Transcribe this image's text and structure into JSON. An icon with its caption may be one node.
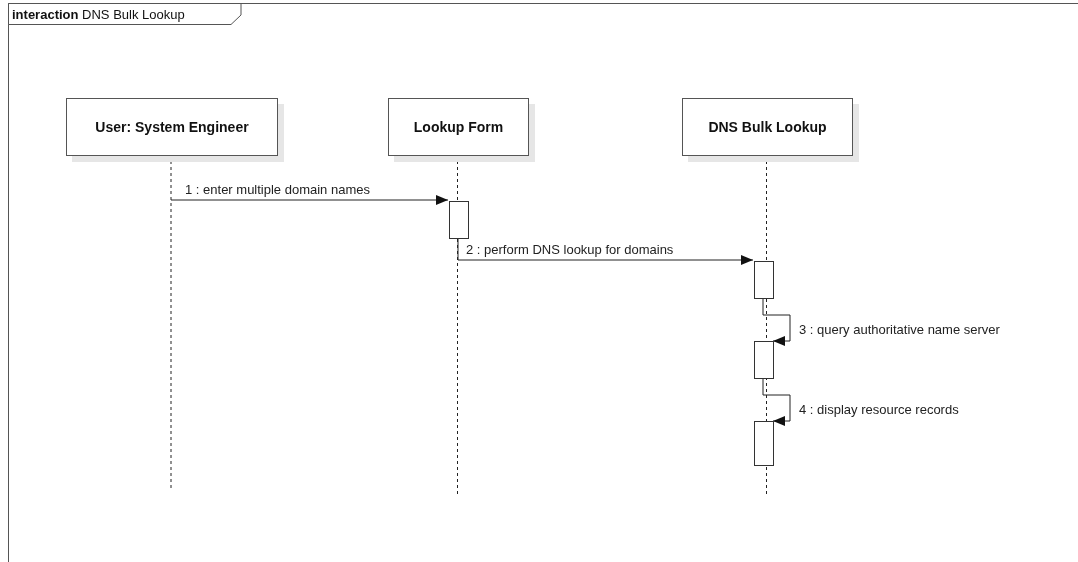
{
  "diagram": {
    "nodes": [
      {
        "text": [
          "**interaction** DNS Bulk Lookup"
        ]
      },
      {
        "text": [
          "User: System Engineer"
        ],
        "in": 0
      },
      {
        "text": [
          "Lookup Form"
        ],
        "in": 0
      },
      {
        "text": [
          "DNS Bulk Lookup"
        ],
        "in": 0
      },
      {
        "text": [],
        "shape": "bar",
        "in": 0
      },
      {
        "text": [],
        "shape": "bar",
        "in": 0
      },
      {
        "text": [],
        "shape": "bar",
        "in": 0
      },
      {
        "text": [],
        "shape": "bar",
        "in": 0
      }
    ],
    "edges": [
      {
        "from": 1,
        "to": 4,
        "arrow": "to",
        "label": "1 : enter multiple domain names"
      },
      {
        "from": 4,
        "to": 5,
        "arrow": "to",
        "label": "2 : perform DNS lookup for domains"
      },
      {
        "from": 5,
        "to": 6,
        "arrow": "to",
        "label": "3 : query authoritative name server"
      },
      {
        "from": 6,
        "to": 7,
        "arrow": "to",
        "label": "4 : display resource records"
      }
    ]
  }
}
